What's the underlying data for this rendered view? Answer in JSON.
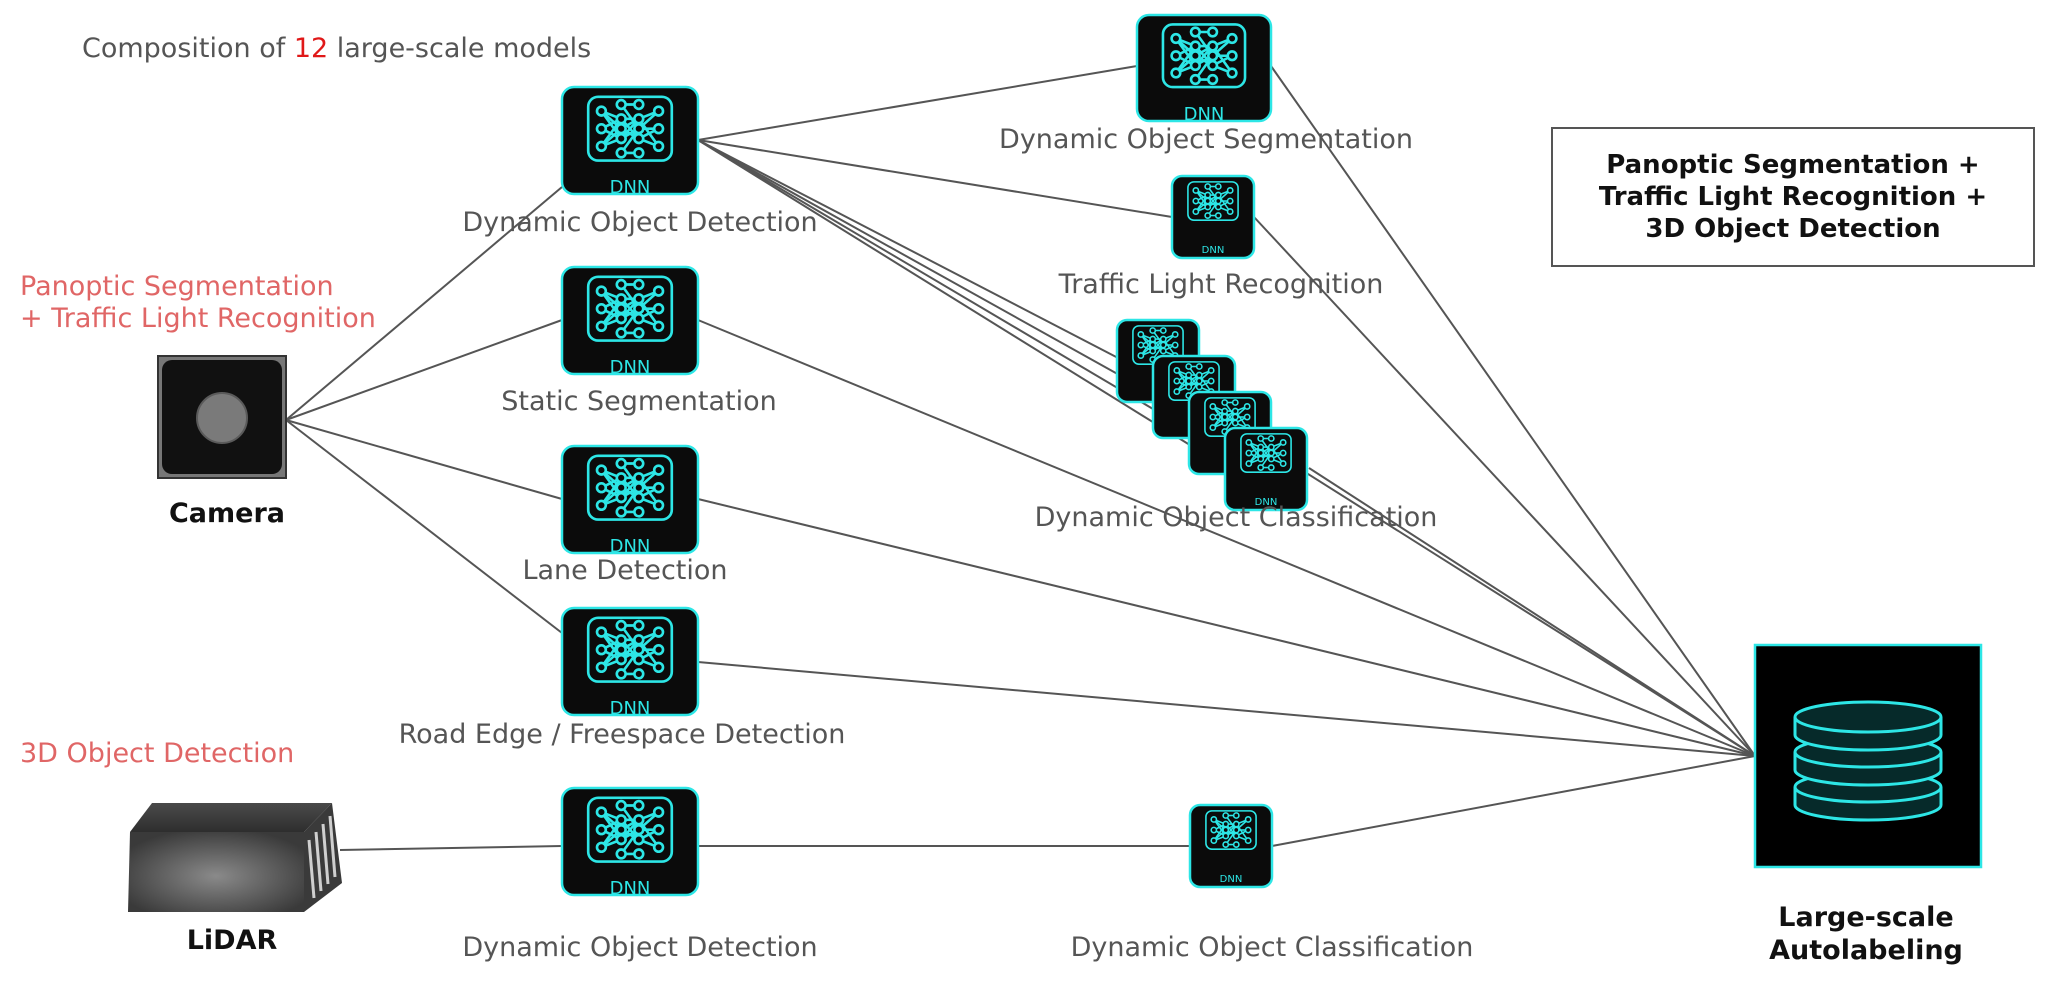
{
  "header": {
    "prefix": "Composition of ",
    "count": "12",
    "suffix": " large-scale models"
  },
  "categories": {
    "camera_tasks": [
      "Panoptic Segmentation",
      "+ Traffic Light Recognition"
    ],
    "lidar_tasks": "3D Object Detection"
  },
  "legend": [
    "Panoptic Segmentation +",
    "Traffic Light Recognition +",
    "3D Object Detection"
  ],
  "sources": {
    "camera": "Camera",
    "lidar": "LiDAR"
  },
  "output": {
    "line1": "Large-scale",
    "line2": "Autolabeling"
  },
  "models": {
    "dnn_badge": "DNN",
    "cam_dynamic_detection": "Dynamic Object Detection",
    "cam_static_segmentation": "Static Segmentation",
    "cam_lane_detection": "Lane Detection",
    "cam_road_edge": "Road Edge / Freespace Detection",
    "cam_dynamic_segmentation": "Dynamic Object Segmentation",
    "cam_traffic_light": "Traffic Light Recognition",
    "cam_dynamic_classification": "Dynamic Object Classification",
    "lidar_dynamic_detection": "Dynamic Object Detection",
    "lidar_dynamic_classification": "Dynamic Object Classification"
  },
  "colors": {
    "accent": "#2de6e6",
    "edge": "#555555",
    "category": "#e06666",
    "highlight": "#e01818"
  }
}
